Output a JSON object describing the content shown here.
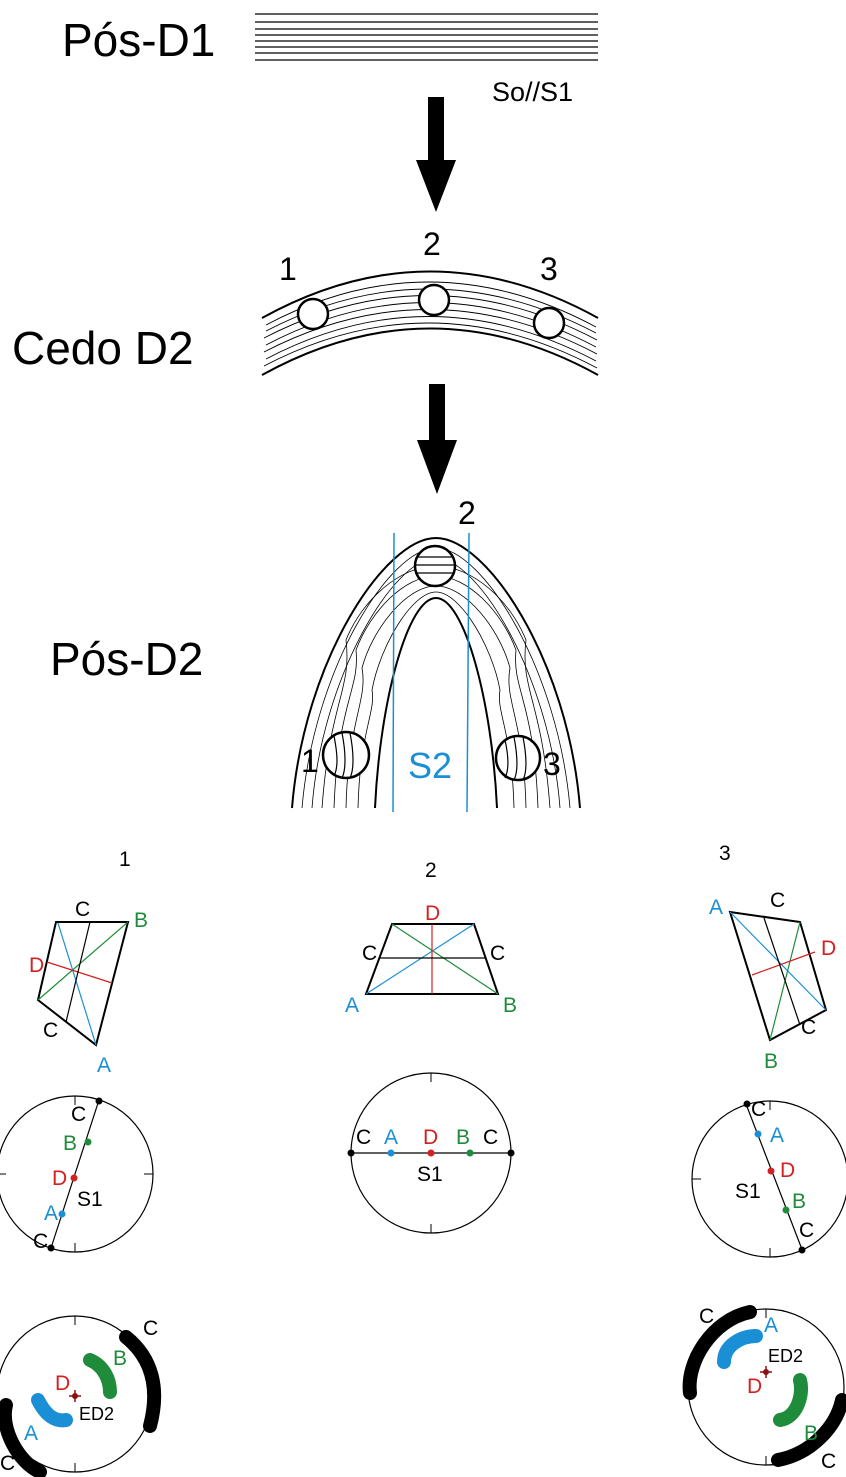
{
  "stage_labels": {
    "pos_d1": "Pós-D1",
    "cedo_d2": "Cedo D2",
    "pos_d2": "Pós-D2"
  },
  "bedding_label": "So//S1",
  "cedo_sites": {
    "one": "1",
    "two": "2",
    "three": "3"
  },
  "fold": {
    "site_two": "2",
    "site_one": "1",
    "site_three": "3",
    "cleavage_label": "S2"
  },
  "columns": {
    "one": "1",
    "two": "2",
    "three": "3"
  },
  "quad_labels": {
    "a": "A",
    "b": "B",
    "c": "C",
    "d": "D"
  },
  "stereonet": {
    "plane_label": "S1",
    "axis_label": "ED2"
  },
  "colors": {
    "a_blue": "#1a8fd6",
    "b_green": "#1e8c3a",
    "d_red": "#d42020",
    "cleavage_blue": "#1a8fd6",
    "line_black": "#000000",
    "axis_darkred": "#8b1010"
  }
}
